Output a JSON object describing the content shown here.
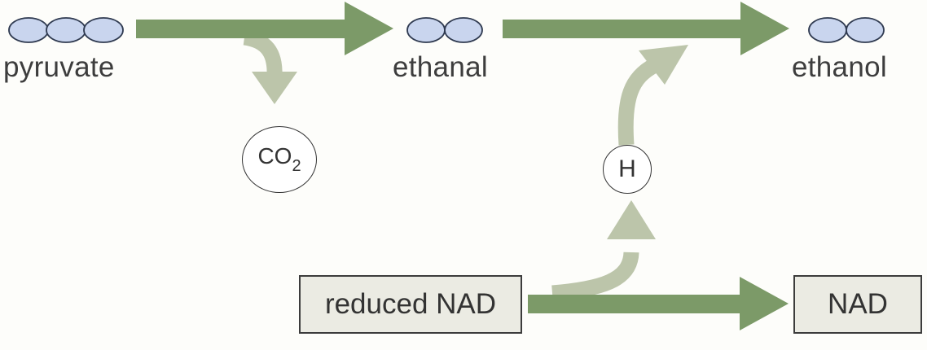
{
  "molecules": {
    "pyruvate": "pyruvate",
    "ethanal": "ethanal",
    "ethanol": "ethanol"
  },
  "byproducts": {
    "co2_main": "CO",
    "co2_sub": "2",
    "hydrogen": "H"
  },
  "cofactors": {
    "reduced_nad": "reduced NAD",
    "nad": "NAD"
  },
  "colors": {
    "main_arrow": "#7c9a68",
    "side_arrow": "#bcc5aa",
    "molecule_fill": "#c9d5ee",
    "molecule_stroke": "#2f3a50"
  }
}
